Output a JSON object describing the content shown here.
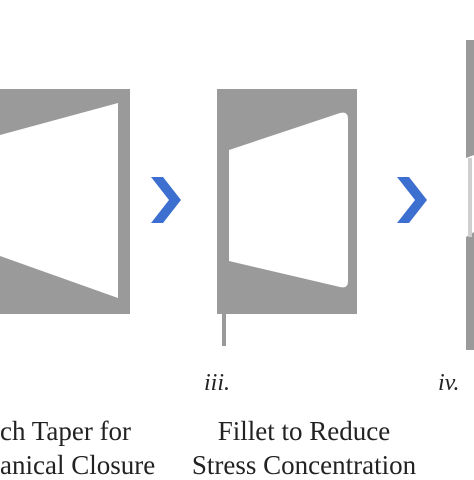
{
  "panels": [
    {
      "id": "ii",
      "roman_label": "",
      "caption_line1": "ch Taper for",
      "caption_line2": "anical Closure"
    },
    {
      "id": "iii",
      "roman_label": "iii.",
      "caption_line1": "Fillet to Reduce",
      "caption_line2": "Stress Concentration"
    },
    {
      "id": "iv",
      "roman_label": "iv.",
      "caption_line1": "",
      "caption_line2": ""
    }
  ],
  "arrows": [
    "chevron-right",
    "chevron-right"
  ],
  "colors": {
    "block_gray": "#9a9a9a",
    "arrow_blue": "#3d6fd0",
    "text": "#222222",
    "background": "#ffffff"
  }
}
